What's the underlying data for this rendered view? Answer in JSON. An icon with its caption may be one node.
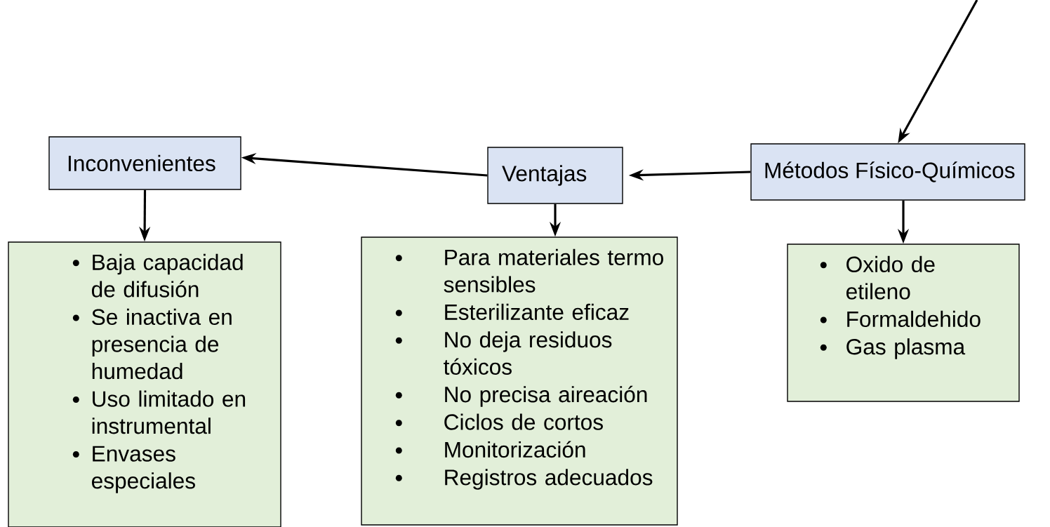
{
  "diagram": {
    "nodes": [
      {
        "text": [
          "Inconvenientes"
        ]
      },
      {
        "text": [
          "Ventajas"
        ]
      },
      {
        "text": [
          "Métodos Físico-Químicos"
        ]
      },
      {
        "text": [
          "Baja capacidad de difusión",
          "Se inactiva en presencia de humedad",
          "Uso limitado en instrumental",
          "Envases especiales"
        ]
      },
      {
        "text": [
          "Para materiales termo sensibles",
          "Esterilizante eficaz",
          "No deja residuos tóxicos",
          "No precisa aireación",
          "Ciclos de cortos",
          "Monitorización",
          "Registros adecuados"
        ]
      },
      {
        "text": [
          "Oxido de etileno",
          "Formaldehido",
          "Gas plasma"
        ]
      }
    ],
    "edges": [
      {
        "from": null,
        "to": 2,
        "arrow": "to"
      },
      {
        "from": 2,
        "to": 1,
        "arrow": "to"
      },
      {
        "from": 1,
        "to": 0,
        "arrow": "to"
      },
      {
        "from": 0,
        "to": 3,
        "arrow": "to"
      },
      {
        "from": 1,
        "to": 4,
        "arrow": "to"
      },
      {
        "from": 2,
        "to": 5,
        "arrow": "to"
      }
    ]
  }
}
